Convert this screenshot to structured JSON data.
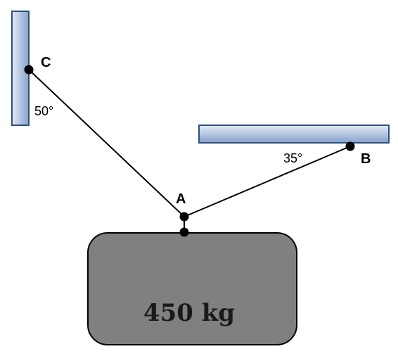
{
  "diagram": {
    "labels": {
      "c": "C",
      "a": "A",
      "b": "B"
    },
    "angles": {
      "at_c": "50°",
      "at_b": "35°"
    },
    "mass": {
      "text": "450 kg"
    }
  },
  "colors": {
    "support_fill_light": "#dfe8f6",
    "support_fill_dark": "#8aa4cc",
    "support_stroke": "#2f4f78",
    "block_fill": "#808080",
    "block_stroke": "#000000",
    "cable": "#000000"
  }
}
